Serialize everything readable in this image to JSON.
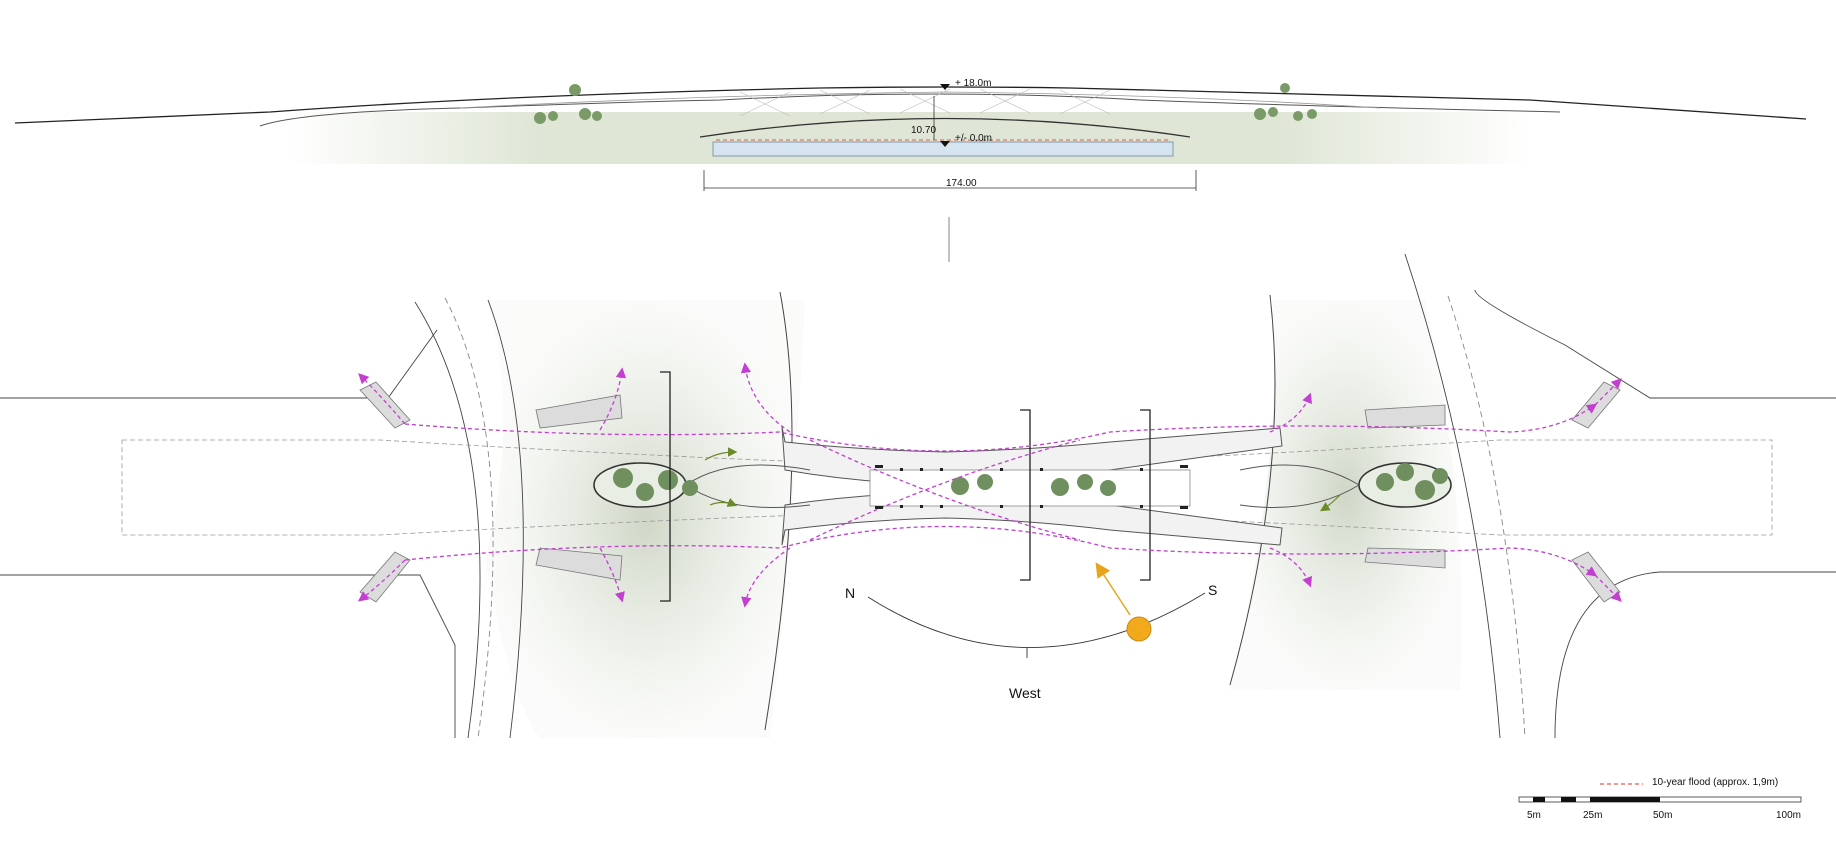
{
  "section": {
    "top_level": "+ 18.0m",
    "clearance": "10.70",
    "base_level": "+/- 0.0m",
    "span": "174.00"
  },
  "orientation": {
    "north": "N",
    "south": "S",
    "west": "West"
  },
  "legend": {
    "flood": "10-year flood  (approx. 1,9m)"
  },
  "scale_bar": {
    "labels": [
      "5m",
      "25m",
      "50m",
      "100m"
    ]
  },
  "colors": {
    "path": "#c23fd0",
    "sun": "#f2a91c",
    "sun_ray": "#e8a41a",
    "flood": "#e05a4a",
    "water": "#d5e4ee",
    "tree": "#6f8f5e"
  }
}
